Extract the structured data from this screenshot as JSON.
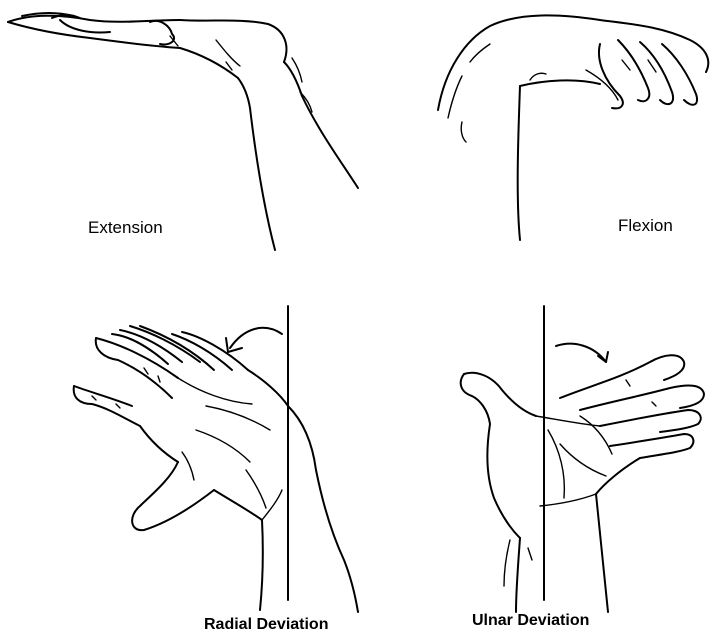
{
  "labels": {
    "extension": "Extension",
    "flexion": "Flexion",
    "radial_deviation": "Radial Deviation",
    "ulnar_deviation": "Ulnar Deviation"
  },
  "colors": {
    "ink": "#000000",
    "background": "#ffffff"
  }
}
